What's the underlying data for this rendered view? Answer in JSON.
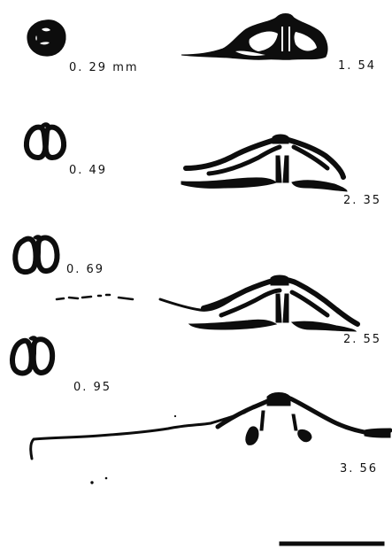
{
  "figure": {
    "ink_color": "#0d0d0d",
    "background_color": "#ffffff",
    "labels": {
      "s029": "0. 29 mm",
      "s049": "0. 49",
      "s069": "0. 69",
      "s095": "0. 95",
      "s154": "1. 54",
      "s235": "2. 35",
      "s255": "2. 55",
      "s356": "3. 56"
    }
  }
}
